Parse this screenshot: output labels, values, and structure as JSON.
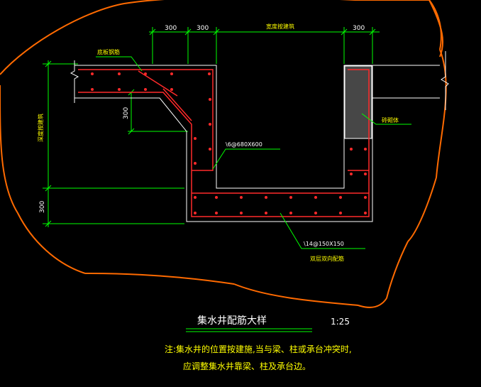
{
  "drawing": {
    "dims": {
      "top_left_1": "300",
      "top_left_2": "300",
      "top_mid": "宽度按建筑",
      "top_right": "300",
      "left_vertical": "300",
      "left_bottom": "300",
      "left_vertical_text": "深度按建筑"
    },
    "labels": {
      "top_left": "底板钢筋",
      "stirrup": "\\6@680X600",
      "rebar": "\\14@150X150",
      "rebar_sub": "双层双向配筋",
      "right_fill": "砖砌体"
    },
    "title": "集水井配筋大样",
    "scale": "1:25",
    "note_line1": "注:集水井的位置按建施,当与梁、柱或承台冲突时,",
    "note_line2": "应调整集水井靠梁、柱及承台边。",
    "colors": {
      "background": "#000000",
      "boundary": "#ff6a00",
      "dimension": "#00ff00",
      "concrete_outline": "#ffffff",
      "rebar": "#ff2a2a",
      "label": "#ffff00"
    }
  }
}
